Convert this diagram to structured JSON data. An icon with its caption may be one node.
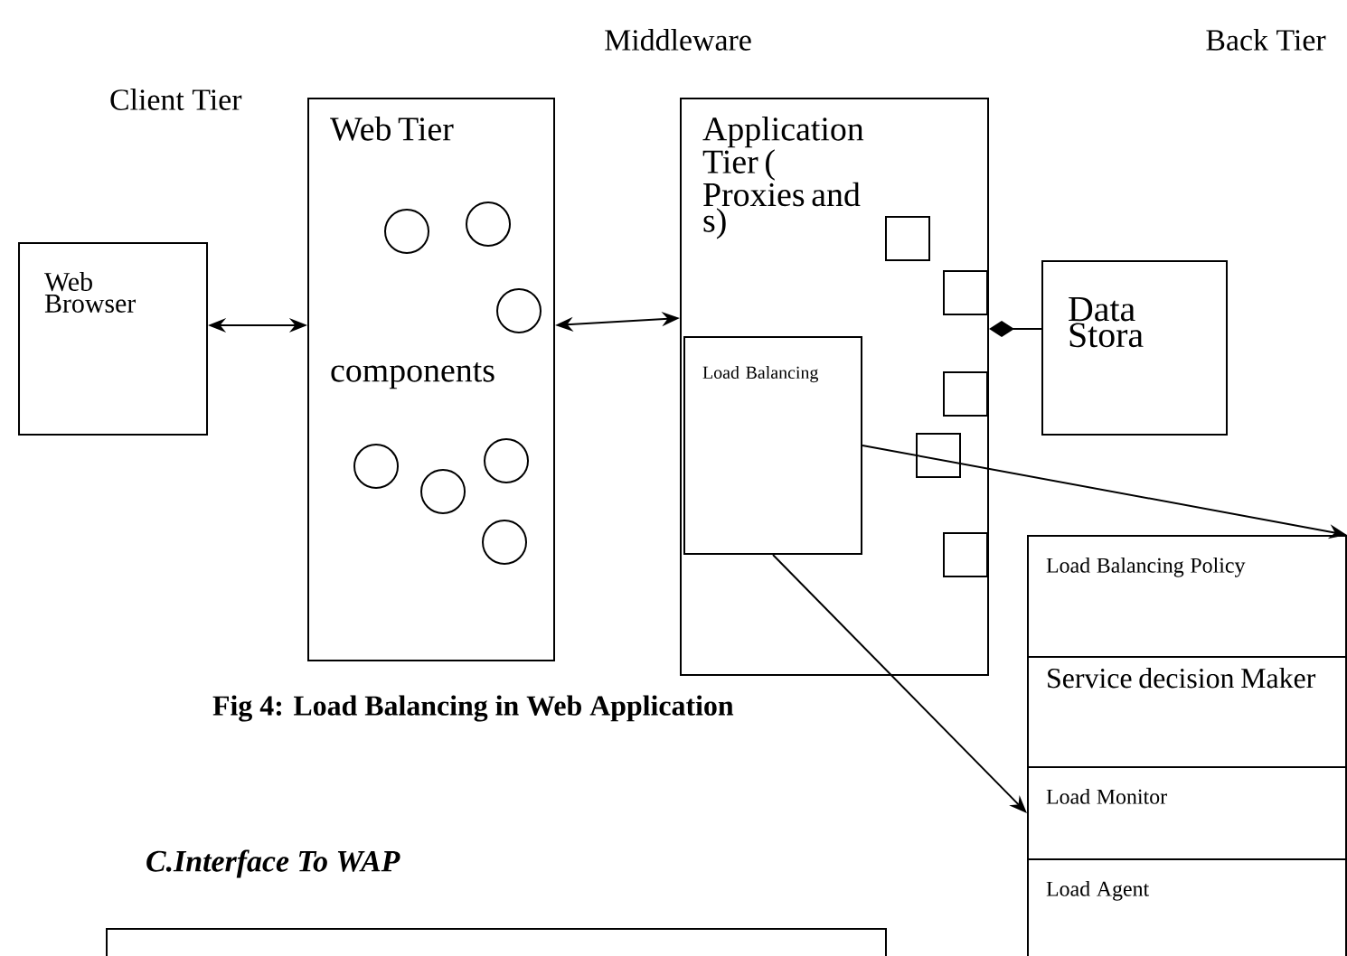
{
  "diagram": {
    "caption": "Fig 4: Load Balancing in Web Application",
    "nodes": [
      {
        "text": [
          "Web Browser"
        ]
      },
      {
        "text": [
          "Web Tier",
          "components"
        ]
      },
      {
        "text": [
          "Application Tier ( Proxies and s)"
        ]
      },
      {
        "text": [
          "Load Balancing"
        ],
        "in": 2
      },
      {
        "text": [
          "Data Stora"
        ]
      },
      {
        "text": [
          "Load Balancing Policy"
        ]
      },
      {
        "text": [
          "Service decision Maker"
        ]
      },
      {
        "text": [
          "Load Monitor"
        ]
      },
      {
        "text": [
          "Load Agent"
        ]
      }
    ],
    "edges": [
      {
        "from": 0,
        "to": 1,
        "arrow": "both"
      },
      {
        "from": 1,
        "to": 2,
        "arrow": "both"
      },
      {
        "from": 2,
        "to": 4,
        "arrow": "other"
      },
      {
        "from": 3,
        "to": 5,
        "arrow": "to"
      },
      {
        "from": 3,
        "to": 7,
        "arrow": "to"
      }
    ],
    "labels": [
      "Middleware",
      "Back Tier",
      "Client Tier",
      "C.Interface To WAP"
    ]
  }
}
